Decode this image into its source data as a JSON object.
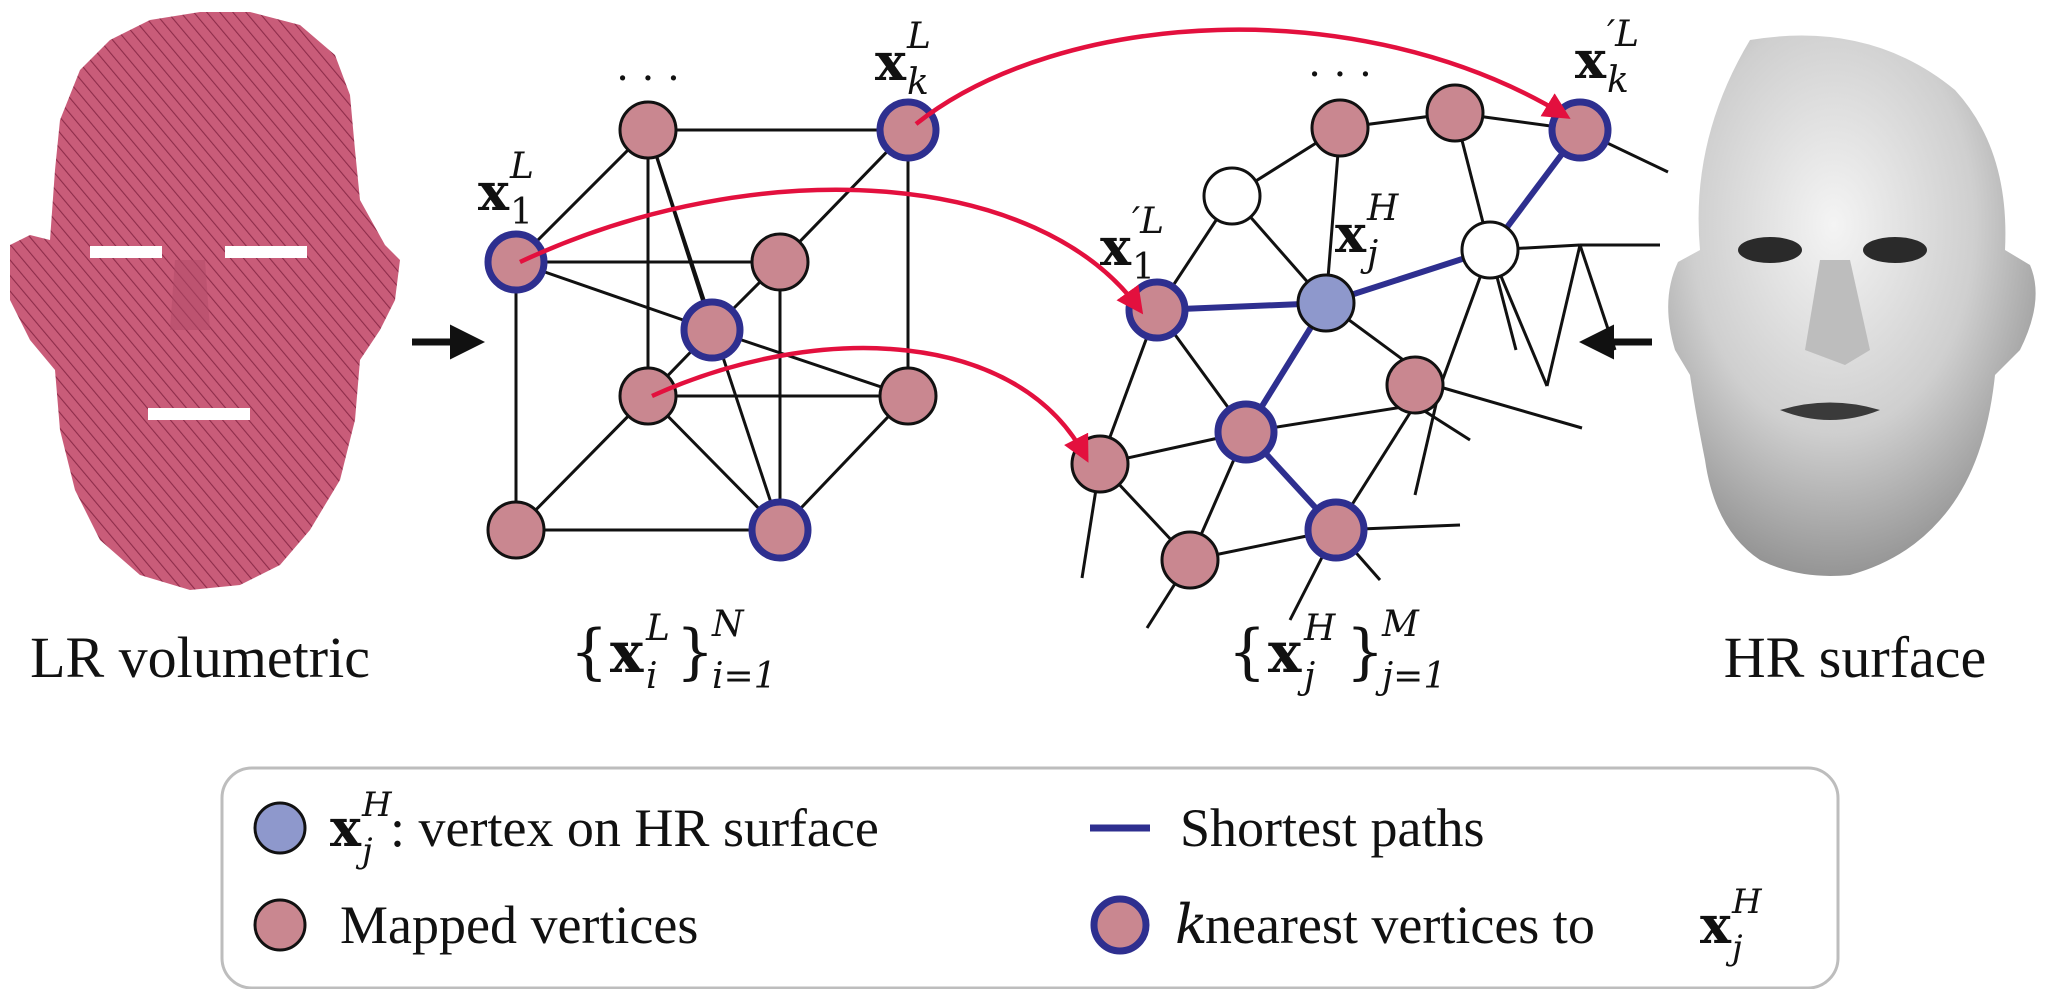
{
  "labels": {
    "lr_caption": "LR volumetric",
    "hr_caption": "HR surface",
    "ellipsis": "· · ·"
  },
  "math": {
    "x": "x",
    "L": "L",
    "H": "H",
    "k": "k",
    "one": "1",
    "j": "j",
    "i": "i",
    "prime_L": "′L",
    "set_open": "{",
    "set_close": "}",
    "i_range": "i=1",
    "j_range": "j=1",
    "N": "N",
    "M": "M"
  },
  "legend": {
    "vertex_hr": ": vertex on HR surface",
    "mapped": "Mapped vertices",
    "shortest": "Shortest paths",
    "nearest_prefix": "k",
    "nearest_text": " nearest vertices to "
  },
  "colors": {
    "mapped_fill": "#c98790",
    "hr_vertex_fill": "#8e98cc",
    "highlight_stroke": "#2e2f8f",
    "arrow": "#e3103e",
    "voxel_face": "#c85a78",
    "legend_border": "#bdbdbd"
  }
}
